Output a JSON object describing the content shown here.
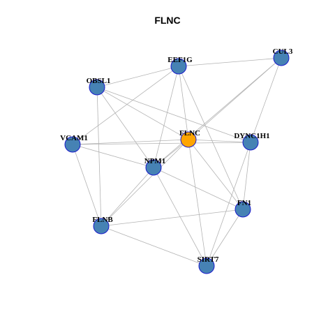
{
  "title": "FLNC",
  "colors": {
    "node": "#4682b4",
    "focus": "#ffa500",
    "edge": "#b3b3b3",
    "border": "#1a1acc"
  },
  "nodes": [
    {
      "id": "FLNC",
      "label": "FLNC",
      "focus": true
    },
    {
      "id": "EEF1G",
      "label": "EEF1G"
    },
    {
      "id": "CUL3",
      "label": "CUL3"
    },
    {
      "id": "OBSL1",
      "label": "OBSL1"
    },
    {
      "id": "VCAM1",
      "label": "VCAM1"
    },
    {
      "id": "DYNC1H1",
      "label": "DYNC1H1"
    },
    {
      "id": "NPM1",
      "label": "NPM1"
    },
    {
      "id": "FN1",
      "label": "FN1"
    },
    {
      "id": "FLNB",
      "label": "FLNB"
    },
    {
      "id": "SIRT7",
      "label": "SIRT7"
    }
  ],
  "edges": [
    [
      "OBSL1",
      "EEF1G"
    ],
    [
      "EEF1G",
      "CUL3"
    ],
    [
      "EEF1G",
      "FLNC"
    ],
    [
      "EEF1G",
      "VCAM1"
    ],
    [
      "EEF1G",
      "NPM1"
    ],
    [
      "EEF1G",
      "FN1"
    ],
    [
      "OBSL1",
      "FLNC"
    ],
    [
      "OBSL1",
      "DYNC1H1"
    ],
    [
      "OBSL1",
      "NPM1"
    ],
    [
      "OBSL1",
      "FLNB"
    ],
    [
      "CUL3",
      "NPM1"
    ],
    [
      "CUL3",
      "FLNC"
    ],
    [
      "CUL3",
      "DYNC1H1"
    ],
    [
      "VCAM1",
      "FLNC"
    ],
    [
      "VCAM1",
      "DYNC1H1"
    ],
    [
      "VCAM1",
      "NPM1"
    ],
    [
      "VCAM1",
      "FLNB"
    ],
    [
      "FLNC",
      "DYNC1H1"
    ],
    [
      "FLNC",
      "NPM1"
    ],
    [
      "FLNC",
      "FN1"
    ],
    [
      "FLNC",
      "FLNB"
    ],
    [
      "FLNC",
      "SIRT7"
    ],
    [
      "DYNC1H1",
      "FN1"
    ],
    [
      "DYNC1H1",
      "SIRT7"
    ],
    [
      "NPM1",
      "FN1"
    ],
    [
      "NPM1",
      "FLNB"
    ],
    [
      "NPM1",
      "SIRT7"
    ],
    [
      "FN1",
      "FLNB"
    ],
    [
      "FN1",
      "SIRT7"
    ],
    [
      "FLNB",
      "SIRT7"
    ]
  ]
}
